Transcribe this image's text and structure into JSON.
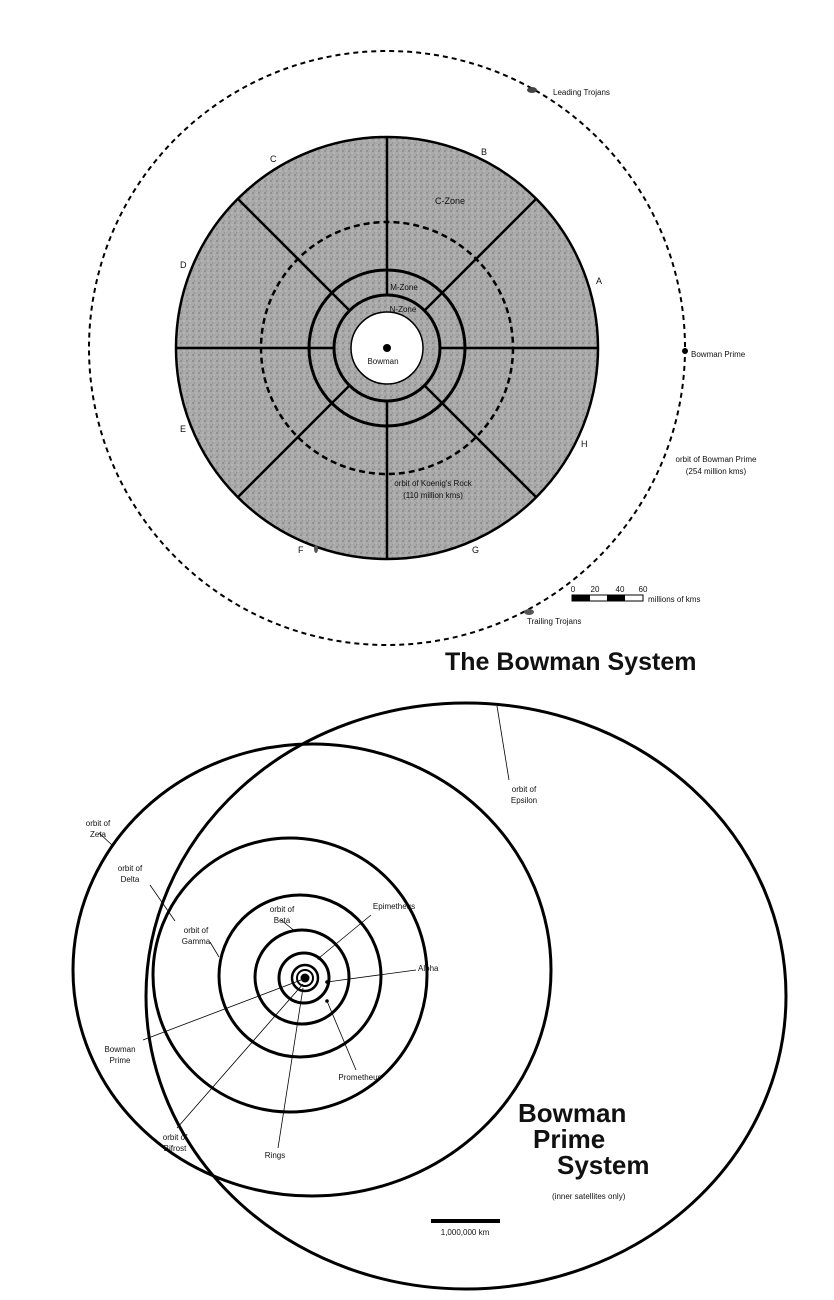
{
  "bowman_system": {
    "title": "The Bowman System",
    "star_label": "Bowman",
    "zones": {
      "c_zone": "C-Zone",
      "m_zone": "M-Zone",
      "n_zone": "N-Zone"
    },
    "sectors": {
      "a": "A",
      "b": "B",
      "c": "C",
      "d": "D",
      "e": "E",
      "f": "F",
      "g": "G",
      "h": "H"
    },
    "koenig_orbit": {
      "line1": "orbit of Koenig's Rock",
      "line2": "(110 million kms)"
    },
    "prime_orbit": {
      "line1": "orbit of Bowman Prime",
      "line2": "(254 million kms)"
    },
    "bowman_prime": "Bowman Prime",
    "leading_trojans": "Leading Trojans",
    "trailing_trojans": "Trailing Trojans",
    "scale": {
      "ticks": [
        "0",
        "20",
        "40",
        "60"
      ],
      "unit": "millions of kms"
    }
  },
  "prime_system": {
    "title_line1": "Bowman",
    "title_line2": "Prime",
    "title_line3": "System",
    "subtitle": "(inner satellites only)",
    "labels": {
      "epsilon_1": "orbit of",
      "epsilon_2": "Epsilon",
      "zeta_1": "orbit of",
      "zeta_2": "Zeta",
      "delta_1": "orbit of",
      "delta_2": "Delta",
      "gamma_1": "orbit of",
      "gamma_2": "Gamma",
      "beta_1": "orbit of",
      "beta_2": "Beta",
      "epimetheus": "Epimetheus",
      "alpha": "Alpha",
      "prime_1": "Bowman",
      "prime_2": "Prime",
      "prometheus": "Prometheus",
      "bifrost_1": "orbit of",
      "bifrost_2": "Bifrost",
      "rings": "Rings"
    },
    "scale": "1,000,000 km"
  }
}
